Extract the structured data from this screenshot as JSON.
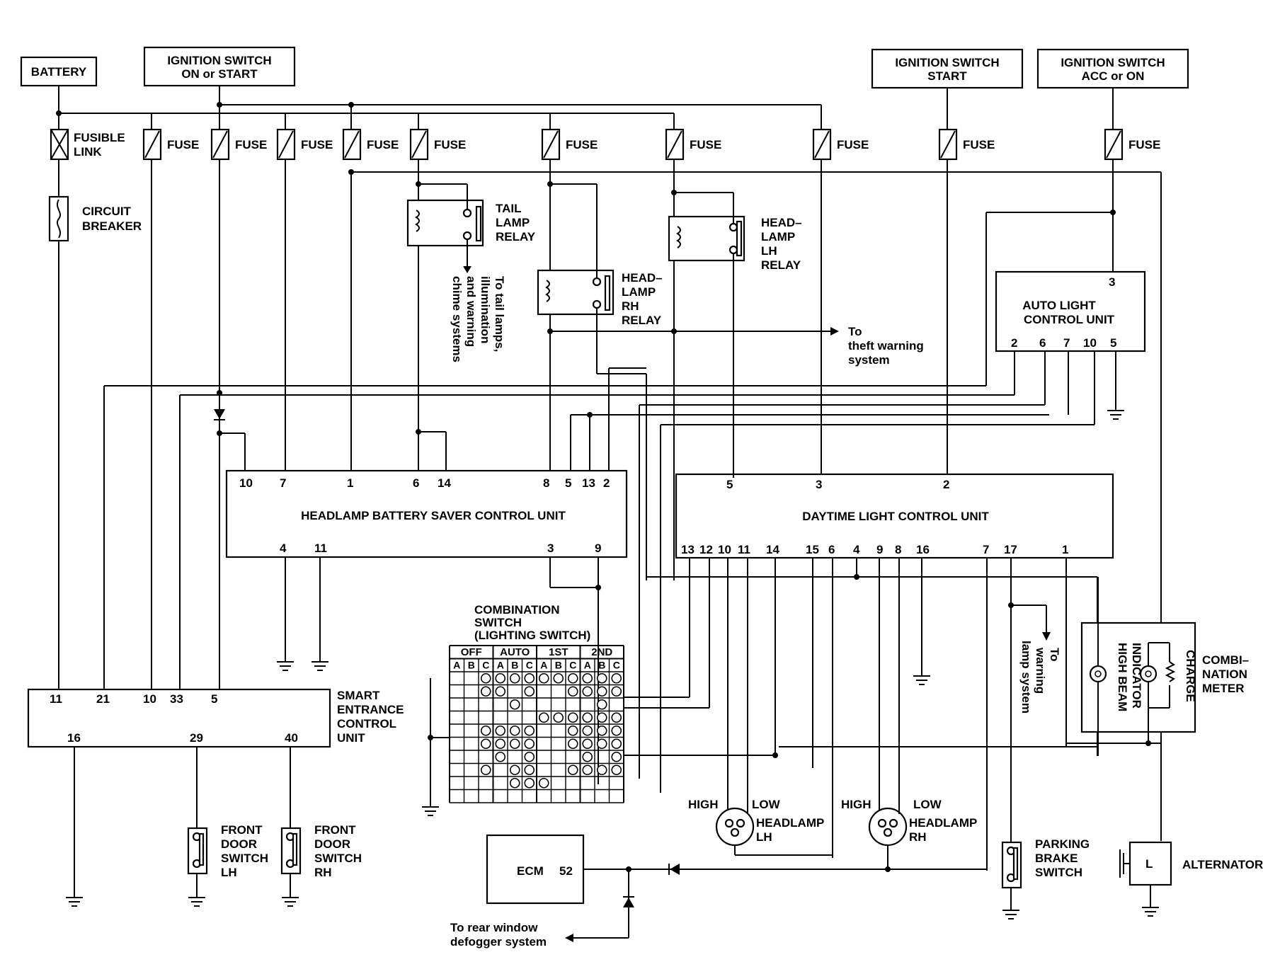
{
  "sources": {
    "battery": "BATTERY",
    "ign_on_start": [
      "IGNITION SWITCH",
      "ON or START"
    ],
    "ign_start": [
      "IGNITION SWITCH",
      "START"
    ],
    "ign_acc_on": [
      "IGNITION SWITCH",
      "ACC or ON"
    ]
  },
  "fuse_label": "FUSE",
  "fusible_link": [
    "FUSIBLE",
    "LINK"
  ],
  "circuit_breaker": [
    "CIRCUIT",
    "BREAKER"
  ],
  "relays": {
    "tail": [
      "TAIL",
      "LAMP",
      "RELAY"
    ],
    "head_lh": [
      "HEAD–",
      "LAMP",
      "LH",
      "RELAY"
    ],
    "head_rh": [
      "HEAD–",
      "LAMP",
      "RH",
      "RELAY"
    ]
  },
  "notes": {
    "tail": [
      "To tail lamps,",
      "illumination",
      "and warning",
      "chime systems"
    ],
    "theft": [
      "To",
      "theft warning",
      "system"
    ],
    "warning_lamp": [
      "To",
      "warning",
      "lamp system"
    ],
    "rear_defog": [
      "To rear window",
      "defogger system"
    ]
  },
  "units": {
    "auto_light": {
      "name": [
        "AUTO LIGHT",
        "CONTROL UNIT"
      ],
      "top_pin": "3",
      "bottom_pins": [
        "2",
        "6",
        "7",
        "10",
        "5"
      ]
    },
    "battery_saver": {
      "name": "HEADLAMP BATTERY SAVER CONTROL UNIT",
      "top_pins": [
        "10",
        "7",
        "1",
        "6",
        "14",
        "8",
        "5",
        "13",
        "2"
      ],
      "bottom_pins": [
        "4",
        "11",
        "3",
        "9"
      ]
    },
    "daytime": {
      "name": "DAYTIME LIGHT CONTROL UNIT",
      "top_pins": [
        "5",
        "3",
        "2"
      ],
      "bottom_pins": [
        "13",
        "12",
        "10",
        "11",
        "14",
        "15",
        "6",
        "4",
        "9",
        "8",
        "16",
        "7",
        "17",
        "1"
      ]
    },
    "smart_entrance": {
      "name": [
        "SMART",
        "ENTRANCE",
        "CONTROL",
        "UNIT"
      ],
      "top_pins": [
        "11",
        "21",
        "10",
        "33",
        "5"
      ],
      "bottom_pins": [
        "16",
        "29",
        "40"
      ]
    },
    "ecm": {
      "name": "ECM",
      "pin": "52"
    }
  },
  "combination_switch": {
    "title": [
      "COMBINATION",
      "SWITCH",
      "(LIGHTING SWITCH)"
    ],
    "groups": [
      "OFF",
      "AUTO",
      "1ST",
      "2ND"
    ],
    "cols": [
      "A",
      "B",
      "C",
      "A",
      "B",
      "C",
      "A",
      "B",
      "C",
      "A",
      "B",
      "C"
    ]
  },
  "combination_meter": {
    "name": [
      "COMBI–",
      "NATION",
      "METER"
    ],
    "high_beam": [
      "HIGH BEAM",
      "INDICATOR"
    ],
    "charge": "CHARGE"
  },
  "headlamps": {
    "lh": {
      "high": "HIGH",
      "low": "LOW",
      "name": [
        "HEADLAMP",
        "LH"
      ]
    },
    "rh": {
      "high": "HIGH",
      "low": "LOW",
      "name": [
        "HEADLAMP",
        "RH"
      ]
    }
  },
  "switches": {
    "front_lh": [
      "FRONT",
      "DOOR",
      "SWITCH",
      "LH"
    ],
    "front_rh": [
      "FRONT",
      "DOOR",
      "SWITCH",
      "RH"
    ],
    "parking_brake": [
      "PARKING",
      "BRAKE",
      "SWITCH"
    ]
  },
  "alternator": {
    "name": "ALTERNATOR",
    "terminal": "L"
  }
}
